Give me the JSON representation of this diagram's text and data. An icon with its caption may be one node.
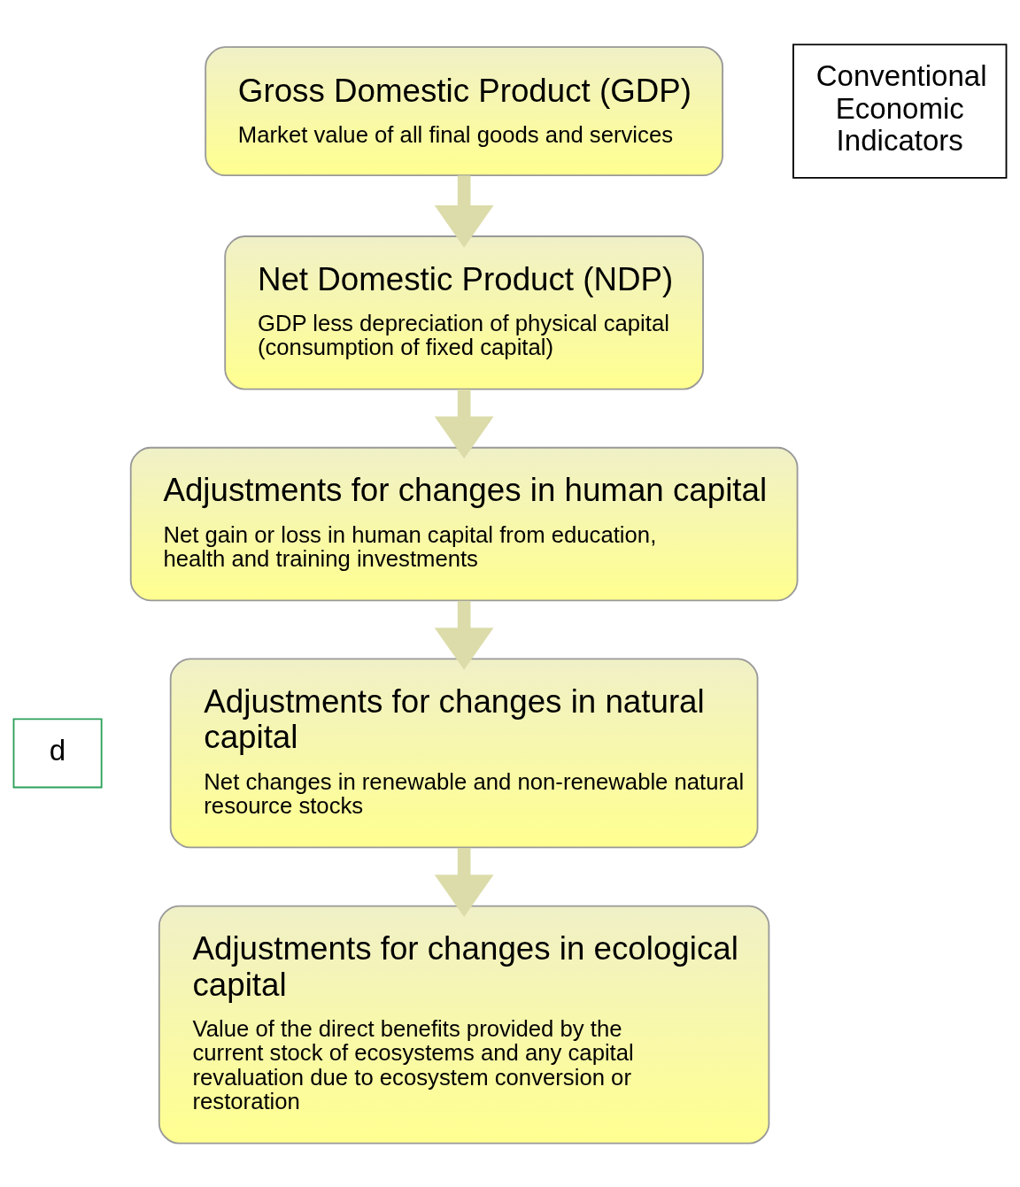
{
  "diagram": {
    "nodes": [
      {
        "text": [
          "Gross Domestic Product (GDP)",
          "Market value of all final goods and services"
        ]
      },
      {
        "text": [
          "Net Domestic Product (NDP)",
          "GDP less depreciation of physical capital (consumption of fixed capital)"
        ]
      },
      {
        "text": [
          "Adjustments for changes in human capital",
          "Net gain or loss in human capital from education, health and training investments"
        ]
      },
      {
        "text": [
          "Adjustments for changes in natural capital",
          "Net changes in renewable and non-renewable natural resource stocks"
        ]
      },
      {
        "text": [
          "Adjustments for changes in ecological capital",
          "Value of the direct benefits provided by the current stock of ecosystems and any capital revaluation due to ecosystem conversion or restoration"
        ]
      },
      {
        "text": [
          "Conventional Economic Indicators"
        ]
      },
      {
        "text": [
          "d"
        ]
      }
    ],
    "edges": [
      {
        "from": 0,
        "to": 1,
        "arrow": "to"
      },
      {
        "from": 1,
        "to": 2,
        "arrow": "to"
      },
      {
        "from": 2,
        "to": 3,
        "arrow": "to"
      },
      {
        "from": 3,
        "to": 4,
        "arrow": "to"
      }
    ]
  }
}
